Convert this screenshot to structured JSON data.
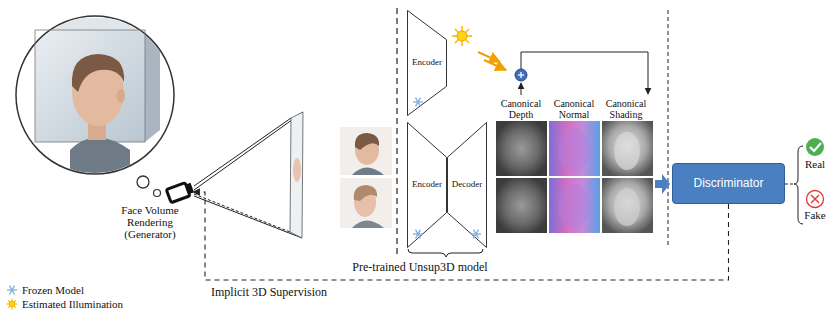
{
  "diagram": {
    "nodes": [
      {
        "text": [
          "Face Volume Rendering (Generator)"
        ]
      },
      {
        "text": [
          "Encoder"
        ]
      },
      {
        "text": [
          "Encoder"
        ]
      },
      {
        "text": [
          "Decoder"
        ]
      },
      {
        "text": [
          "Discriminator"
        ]
      }
    ],
    "edges": [
      {
        "from": 4,
        "to": 0,
        "arrow": "to",
        "label": "Implicit 3D Supervision"
      }
    ],
    "labels": [
      "Canonical Depth",
      "Canonical Normal",
      "Canonical Shading",
      "Pre-trained Unsup3D model",
      "Real",
      "Fake"
    ],
    "legend": [
      {
        "text": "Frozen Model"
      },
      {
        "text": "Estimated Illumination"
      }
    ]
  }
}
